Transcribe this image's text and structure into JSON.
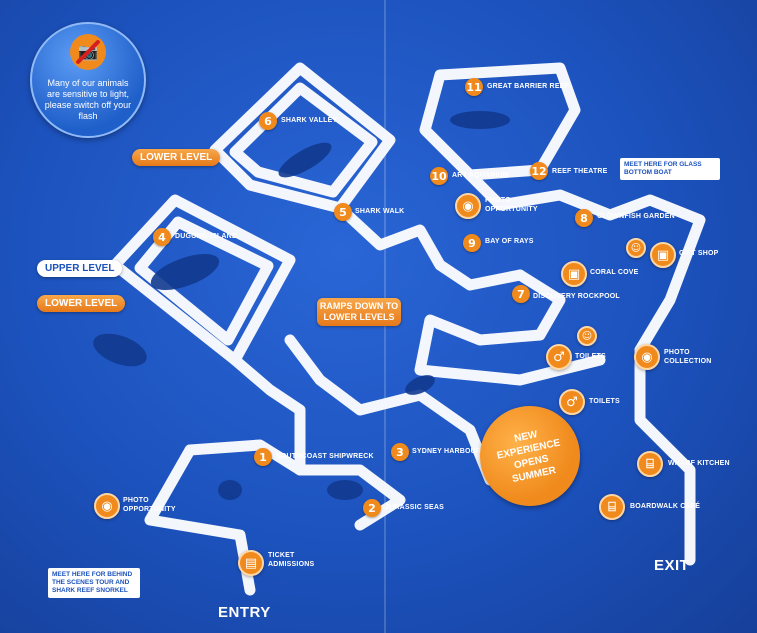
{
  "flash_notice": {
    "text": "Many of our animals are sensitive to light, please switch off your flash",
    "icon": "no-flash-camera-icon"
  },
  "level_labels": {
    "lower_top": "LOWER LEVEL",
    "upper": "UPPER LEVEL",
    "lower_left": "LOWER LEVEL"
  },
  "ramps": "RAMPS DOWN TO LOWER LEVELS",
  "exhibits": [
    {
      "num": "1",
      "label": "SOUTHCOAST SHIPWRECK"
    },
    {
      "num": "2",
      "label": "JURASSIC SEAS"
    },
    {
      "num": "3",
      "label": "SYDNEY HARBOUR"
    },
    {
      "num": "4",
      "label": "DUGONG ISLAND"
    },
    {
      "num": "5",
      "label": "SHARK WALK"
    },
    {
      "num": "6",
      "label": "SHARK VALLEY"
    },
    {
      "num": "7",
      "label": "DISCOVERY ROCKPOOL"
    },
    {
      "num": "8",
      "label": "CLOWNFISH GARDEN"
    },
    {
      "num": "9",
      "label": "BAY OF RAYS"
    },
    {
      "num": "10",
      "label": "ART AQUARIUM"
    },
    {
      "num": "11",
      "label": "GREAT BARRIER REEF"
    },
    {
      "num": "12",
      "label": "REEF THEATRE"
    }
  ],
  "facilities": {
    "photo_opportunity_top": "PHOTO OPPORTUNITY",
    "photo_opportunity_bottom": "PHOTO OPPORTUNITY",
    "photo_collection": "PHOTO COLLECTION",
    "coral_cove": "CORAL COVE",
    "gift_shop": "GIFT SHOP",
    "toilets_1": "TOILETS",
    "toilets_2": "TOILETS",
    "wharf_kitchen": "WHARF KITCHEN",
    "boardwalk_cafe": "BOARDWALK CAFÉ",
    "ticket_admissions": "TICKET ADMISSIONS"
  },
  "notes": {
    "glass_boat": "MEET HERE FOR GLASS BOTTOM BOAT",
    "behind_scenes": "MEET HERE FOR BEHIND THE SCENES TOUR AND SHARK REEF SNORKEL"
  },
  "new_experience": "NEW EXPERIENCE OPENS SUMMER",
  "entry": "ENTRY",
  "exit": "EXIT",
  "colors": {
    "background": "#1c52bd",
    "accent": "#f08a1c",
    "path": "#ffffff"
  }
}
